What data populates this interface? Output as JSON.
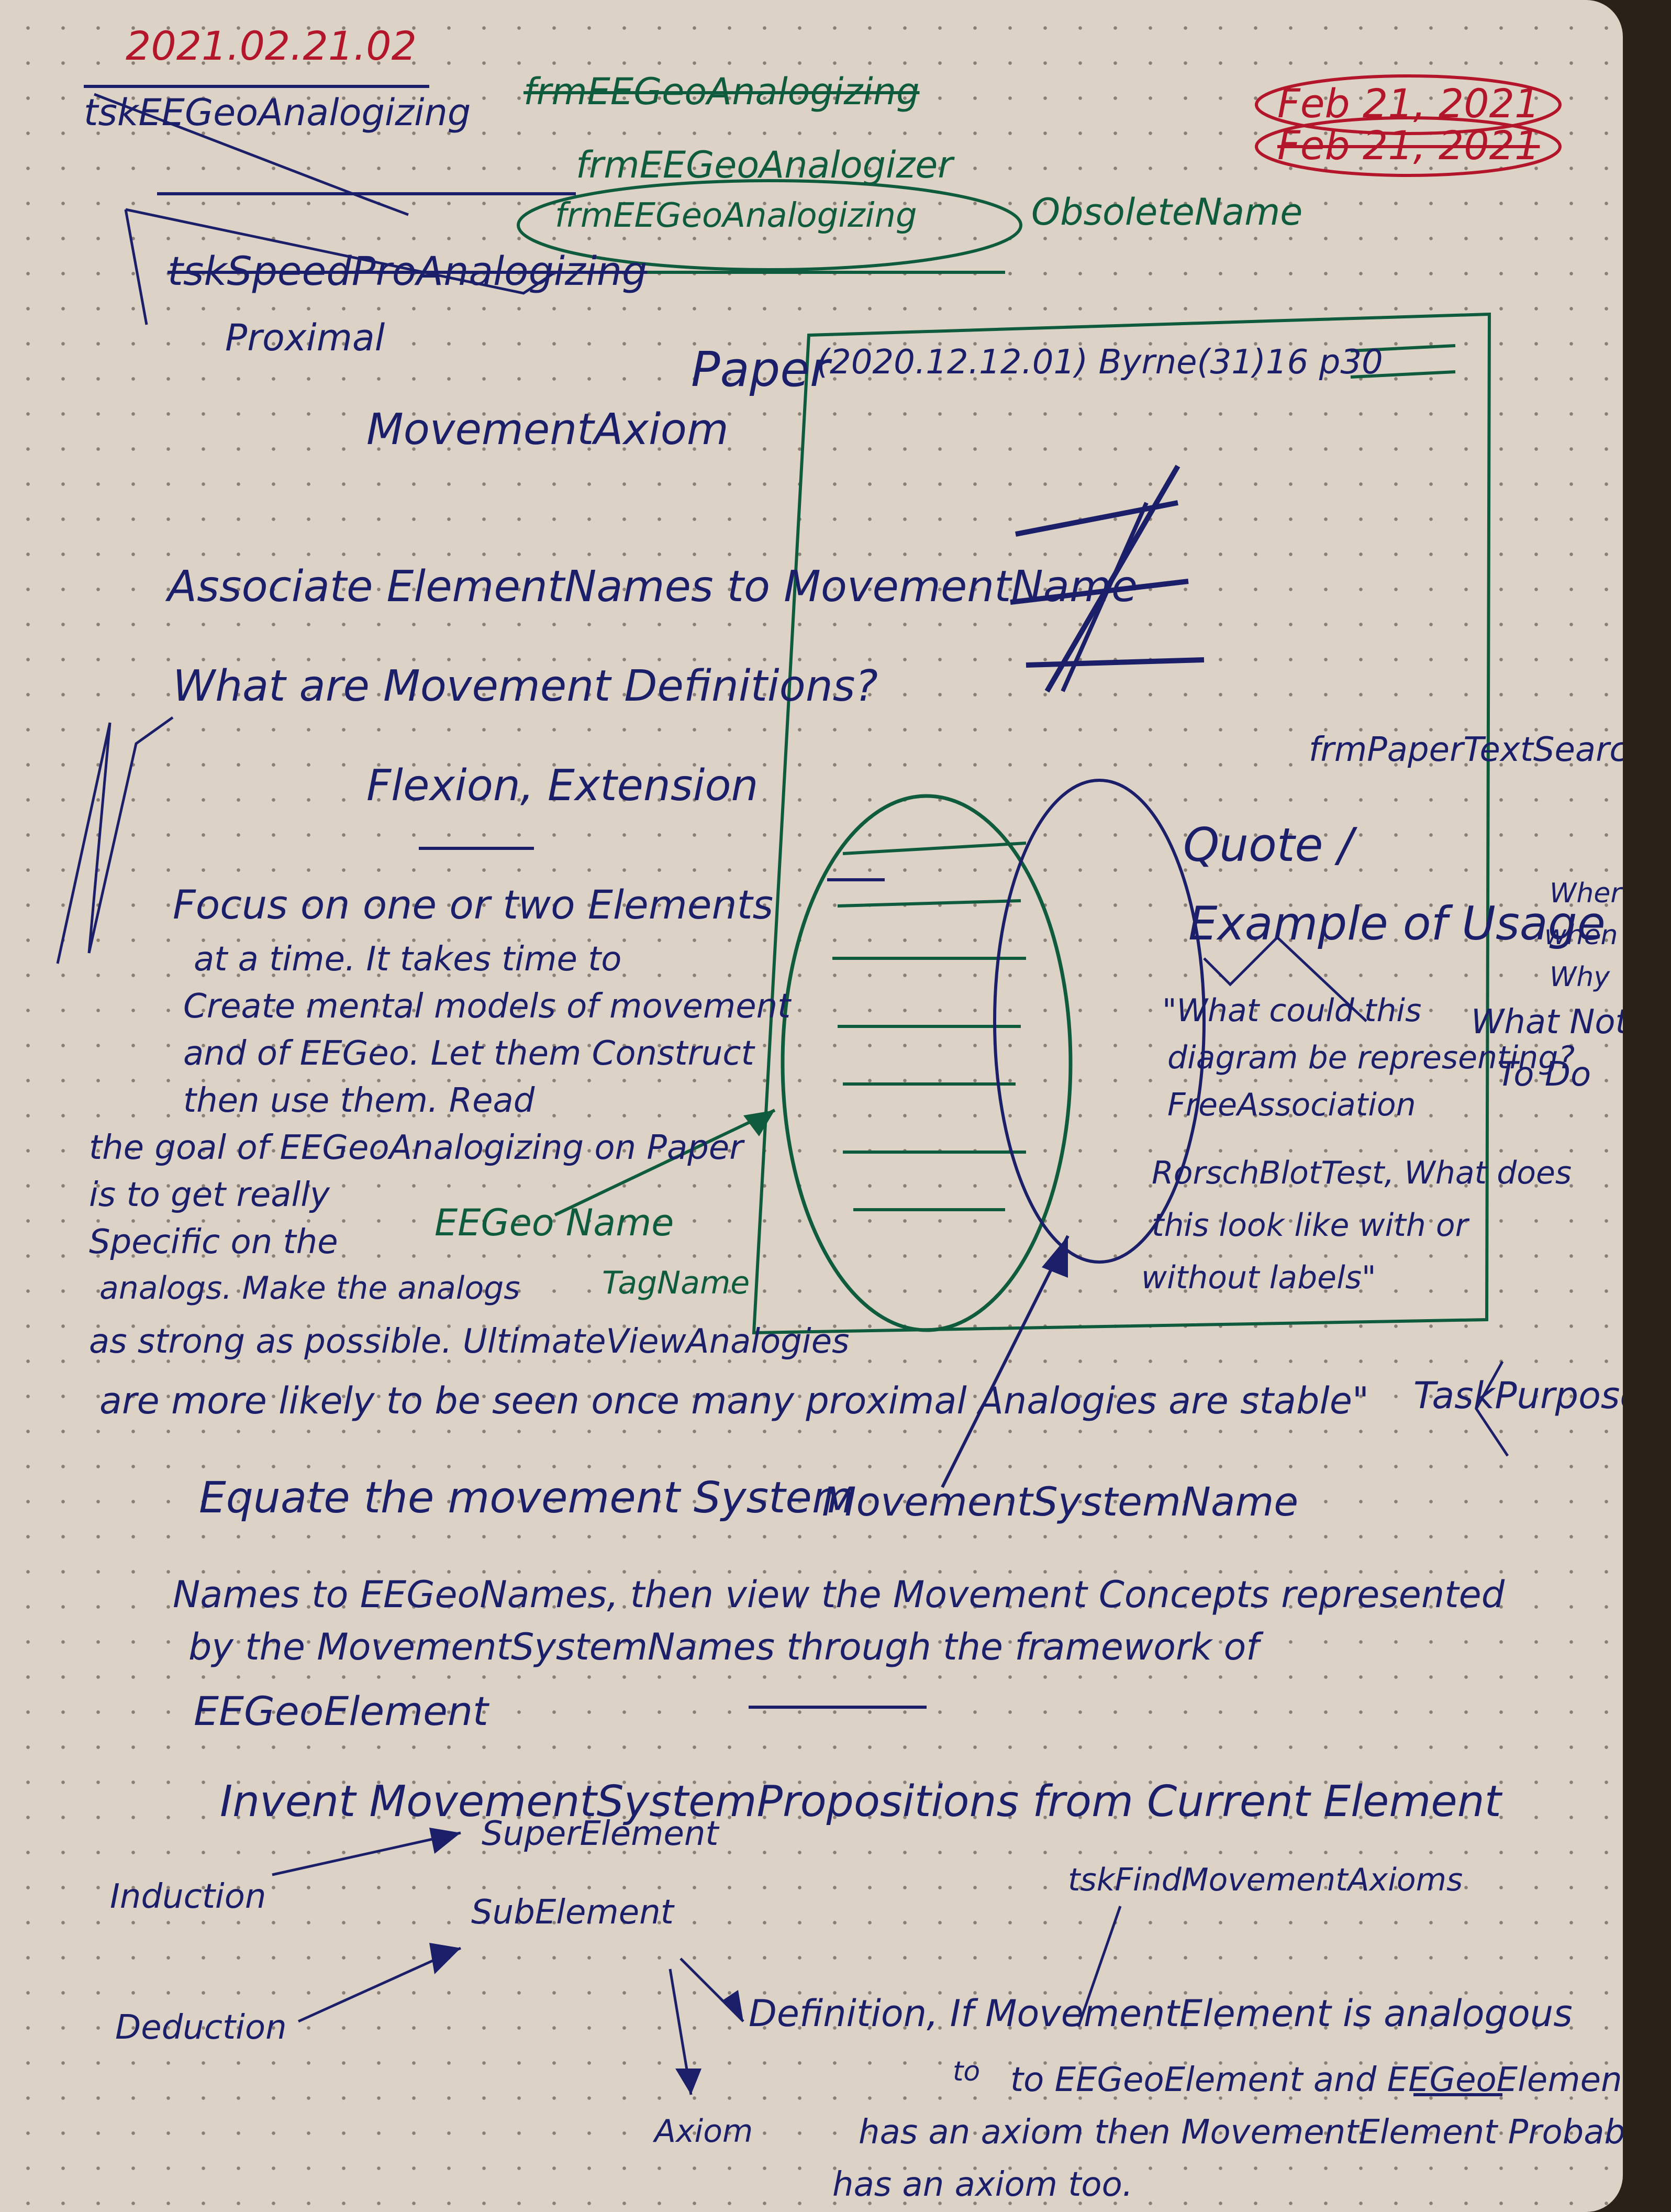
{
  "header": {
    "date_code": "2021.02.21.02",
    "task_name": "tskEEGeoAnalogizing",
    "form_struck": "frmEEGeoAnalogizing",
    "form_analogizer": "frmEEGeoAnalogizer",
    "form_analogizing": "frmEEGeoAnalogizing",
    "obsolete_label": "ObsoleteName",
    "date_1": "Feb 21, 2021",
    "date_2": "Feb 21, 2021"
  },
  "notes": {
    "task_proximal": "tskSpeedProAnalogizing",
    "proximal_label": "Proximal",
    "movement_axiom": "MovementAxiom",
    "associate": "Associate ElementNames to MovementName",
    "definitions_question": "What are Movement Definitions?",
    "flexion_extension": "Flexion, Extension",
    "focus_lines": [
      "Focus on one or two Elements",
      "at a time. It takes time to",
      "Create mental models of movement",
      "and of EEGeo. Let them Construct",
      "then use them. Read"
    ],
    "goal_lines": [
      "the goal of EEGeoAnalogizing on Paper",
      "is to get really",
      "Specific on the",
      "analogs. Make the analogs",
      "as strong as possible. UltimateViewAnalogies",
      "are more likely to be seen once many proximal Analogies are stable\""
    ],
    "task_purpose": "TaskPurpose",
    "eegeo_tag": "EEGeo Name",
    "tag_name": "TagName",
    "equate_line": "Equate the movement System",
    "movement_system_name": "MovementSystemName",
    "names_line": "Names to EEGeoNames, then view the Movement Concepts represented",
    "by_line": "by the MovementSystemNames through the framework of",
    "eegeo_element": "EEGeoElement",
    "invent_line": "Invent MovementSystemPropositions from Current Element"
  },
  "paper": {
    "label": "Paper",
    "citation": "(2020.12.12.01) Byrne(31)16 p30",
    "search_form": "frmPaperTextSearch",
    "quote_label": "Quote /",
    "example_label": "Example of Usage",
    "where": "Where",
    "when": "when",
    "why": "Why",
    "what_not": "What Not",
    "to_do": "To Do",
    "quote_lines": [
      "\"What could this",
      "diagram be representing?",
      "FreeAssociation",
      "RorschBlotTest, What does",
      "this look like with or",
      "without labels\""
    ]
  },
  "flow": {
    "induction": "Induction",
    "deduction": "Deduction",
    "super_element": "SuperElement",
    "sub_element": "SubElement",
    "definition_line": "Definition, If MovementElement is analogous",
    "to_word": "to",
    "analog_line": "to EEGeoElement and EEGeoElement",
    "axiom": "Axiom",
    "has_axiom_line": "has an axiom then MovementElement Probably",
    "has_axiom_too": "has an axiom too.",
    "find_axioms_task": "tskFindMovementAxioms"
  }
}
